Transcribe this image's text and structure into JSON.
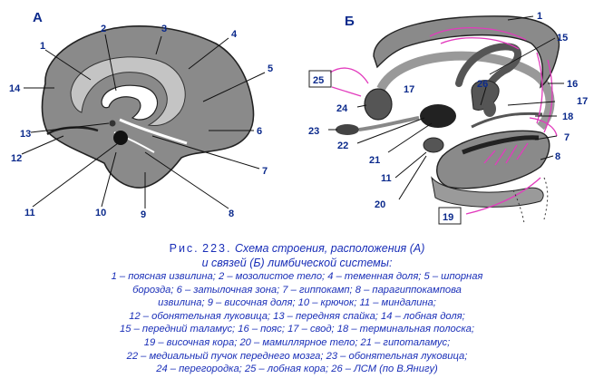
{
  "panels": {
    "a": "А",
    "b": "Б"
  },
  "labels_a": [
    "1",
    "2",
    "3",
    "4",
    "5",
    "6",
    "7",
    "8",
    "9",
    "10",
    "11",
    "12",
    "13",
    "14"
  ],
  "labels_b": [
    "1",
    "15",
    "16",
    "17",
    "17",
    "18",
    "7",
    "8",
    "26",
    "24",
    "23",
    "22",
    "21",
    "11",
    "20",
    "25",
    "19"
  ],
  "caption": {
    "fig_word": "Рис.",
    "fig_num": "223.",
    "title_line1": "Схема строения, расположения (А)",
    "title_line2": "и связей (Б) лимбической системы:",
    "legend_lines": [
      "1 – поясная извилина; 2 – мозолистое тело; 4 – теменная доля; 5 – шпорная",
      "борозда; 6 – затылочная зона; 7 – гиппокамп; 8 – парагиппокампова",
      "извилина; 9 – височная доля; 10 – крючок; 11 – миндалина;",
      "12 – обонятельная луковица; 13 – передняя спайка; 14 – лобная доля;",
      "15 – передний таламус; 16 – пояс; 17 – свод; 18 – терминальная полоска;",
      "19 – височная кора; 20 – мамиллярное тело; 21 – гипоталамус;",
      "22 – медиальный пучок переднего мозга; 23 – обонятельная луковица;",
      "24 – перегородка; 25 – лобная кора; 26 – ЛСМ (по В.Янигу)"
    ]
  }
}
